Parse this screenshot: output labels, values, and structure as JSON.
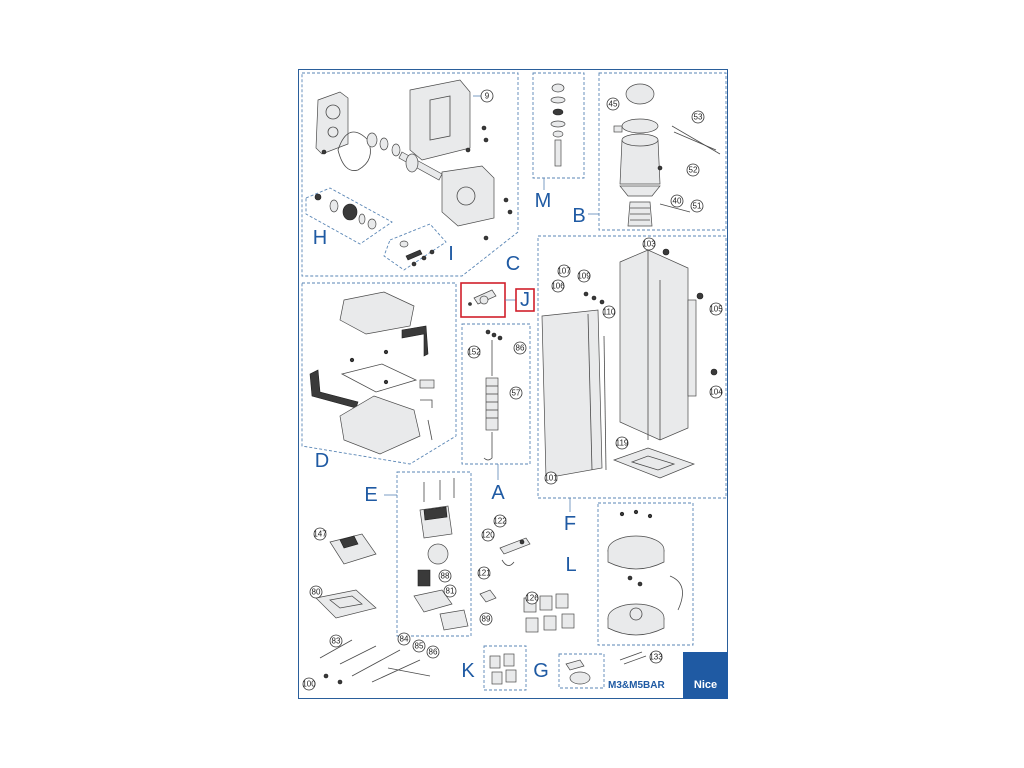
{
  "sheet": {
    "model": "M3&M5BAR",
    "brand": "Nice"
  },
  "groups": [
    {
      "id": "C",
      "label": "C"
    },
    {
      "id": "H",
      "label": "H"
    },
    {
      "id": "I",
      "label": "I"
    },
    {
      "id": "M",
      "label": "M"
    },
    {
      "id": "B",
      "label": "B"
    },
    {
      "id": "J",
      "label": "J",
      "highlighted": true
    },
    {
      "id": "A",
      "label": "A"
    },
    {
      "id": "D",
      "label": "D"
    },
    {
      "id": "F",
      "label": "F"
    },
    {
      "id": "E",
      "label": "E"
    },
    {
      "id": "L",
      "label": "L"
    },
    {
      "id": "K",
      "label": "K"
    },
    {
      "id": "G",
      "label": "G"
    }
  ],
  "part_numbers": [
    "9",
    "45",
    "53",
    "52",
    "40",
    "51",
    "103",
    "107",
    "109",
    "106",
    "110",
    "105",
    "104",
    "119",
    "101",
    "152",
    "86",
    "57",
    "147",
    "88",
    "81",
    "80",
    "122",
    "120",
    "121",
    "89",
    "126",
    "83",
    "84",
    "85",
    "86",
    "100",
    "133"
  ],
  "colors": {
    "accent": "#1f5aa3",
    "highlight": "#d01f2b",
    "frame": "#2a5e9b"
  }
}
